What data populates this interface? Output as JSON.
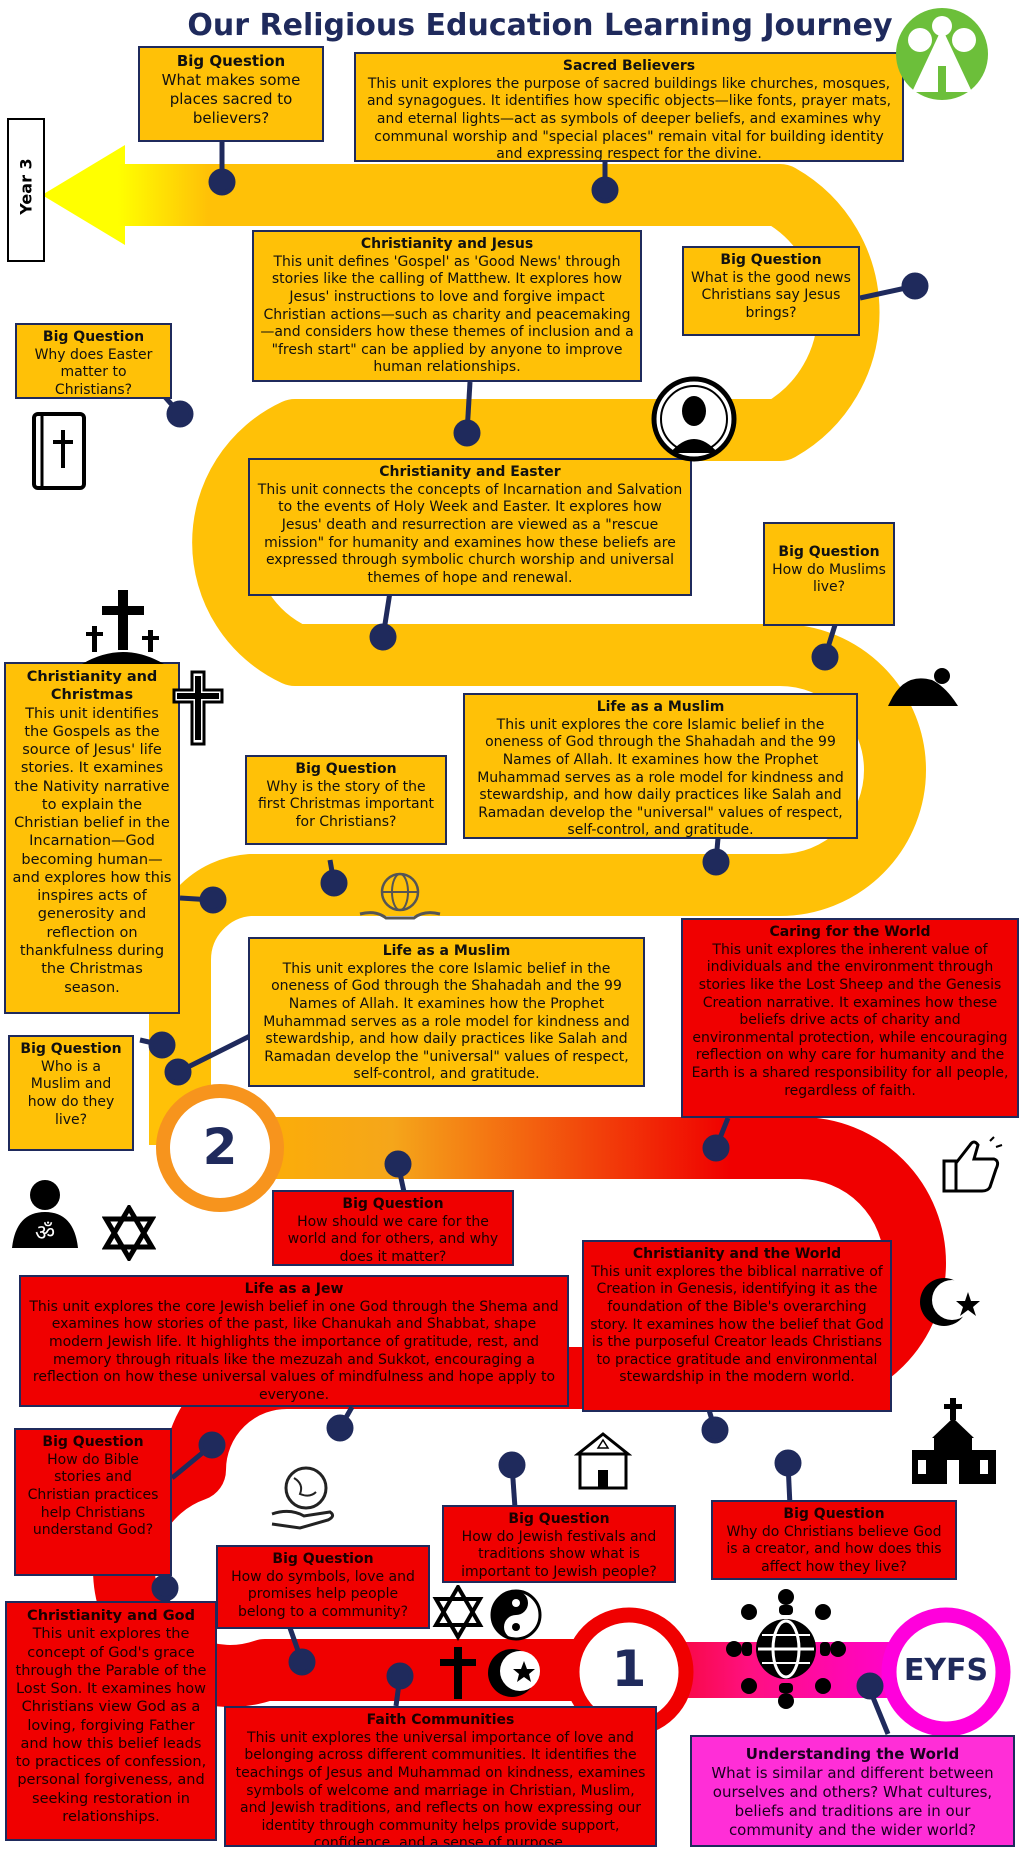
{
  "title": "Our Religious Education Learning Journey",
  "year_label": "Year 3",
  "stages": {
    "two": "2",
    "one": "1",
    "eyfs": "EYFS"
  },
  "colors": {
    "yellow": "#ffc107",
    "red": "#f00000",
    "magenta": "#ff00dc",
    "navy": "#1f2a5c",
    "orange": "#f7941d"
  },
  "boxes": {
    "bq_sacred": {
      "h": "Big Question",
      "t": "What makes some places sacred to believers?"
    },
    "sacred_believers": {
      "h": "Sacred Believers",
      "t": "This unit explores the purpose of sacred buildings like churches, mosques, and synagogues. It identifies how specific objects—like fonts, prayer mats, and eternal lights—act as symbols of deeper beliefs, and examines why communal worship and \"special places\" remain vital for building identity and expressing respect for the divine."
    },
    "christianity_jesus": {
      "h": "Christianity and Jesus",
      "t": "This unit defines 'Gospel' as 'Good News' through stories like the calling of Matthew. It explores how Jesus' instructions to love and forgive impact Christian actions—such as charity and peacemaking—and considers how these themes of inclusion and a \"fresh start\" can be applied by anyone to improve human relationships."
    },
    "bq_good_news": {
      "h": "Big Question",
      "t": "What is the good news Christians say Jesus brings?"
    },
    "bq_easter": {
      "h": "Big Question",
      "t": "Why does Easter matter to Christians?"
    },
    "christianity_easter": {
      "h": "Christianity and Easter",
      "t": "This unit connects the concepts of Incarnation and Salvation to the events of Holy Week and Easter. It explores how Jesus' death and resurrection are viewed as a \"rescue mission\" for humanity and examines how these beliefs are expressed through symbolic church worship and universal themes of hope and renewal."
    },
    "bq_muslims_live": {
      "h": "Big Question",
      "t": "How do Muslims live?"
    },
    "christianity_christmas": {
      "h": "Christianity and Christmas",
      "t": "This unit identifies the Gospels as the source of Jesus' life stories. It examines the Nativity narrative to explain the Christian belief in the Incarnation—God becoming human—and explores how this inspires acts of generosity and reflection on thankfulness during the Christmas season."
    },
    "life_muslim_1": {
      "h": "Life as a Muslim",
      "t": "This unit explores the core Islamic belief in the oneness of God through the Shahadah and the 99 Names of Allah. It examines how the Prophet Muhammad serves as a role model for kindness and stewardship, and how daily practices like Salah and Ramadan develop the \"universal\" values of respect, self-control, and gratitude."
    },
    "bq_christmas": {
      "h": "Big Question",
      "t": "Why is the story of the first Christmas important for Christians?"
    },
    "life_muslim_2": {
      "h": "Life as a Muslim",
      "t": "This unit explores the core Islamic belief in the oneness of God through the Shahadah and the 99 Names of Allah. It examines how the Prophet Muhammad serves as a role model for kindness and stewardship, and how daily practices like Salah and Ramadan develop the \"universal\" values of respect, self-control, and gratitude."
    },
    "caring_world": {
      "h": "Caring for the World",
      "t": "This unit explores the inherent value of individuals and the environment through stories like the Lost Sheep and the Genesis Creation narrative. It examines how these beliefs drive acts of charity and environmental protection, while encouraging reflection on why care for humanity and the Earth is a shared responsibility for all people, regardless of faith."
    },
    "bq_muslim_who": {
      "h": "Big Question",
      "t": "Who is a Muslim and how do they live?"
    },
    "bq_care_world": {
      "h": "Big Question",
      "t": "How should we care for the world and for others, and why does it matter?"
    },
    "christianity_world": {
      "h": "Christianity and the World",
      "t": "This unit explores the biblical narrative of Creation in Genesis, identifying it as the foundation of the Bible's overarching story. It examines how the belief that God is the purposeful Creator leads Christians to practice gratitude and environmental stewardship in the modern world."
    },
    "life_jew": {
      "h": "Life as a Jew",
      "t": "This unit explores the core Jewish belief in one God through the Shema and examines how stories of the past, like Chanukah and Shabbat, shape modern Jewish life. It highlights the importance of gratitude, rest, and memory through rituals like the mezuzah and Sukkot, encouraging a reflection on how these universal values of mindfulness and hope apply to everyone."
    },
    "bq_bible": {
      "h": "Big Question",
      "t": "How do Bible stories and Christian practices help Christians understand God?"
    },
    "bq_jewish_festivals": {
      "h": "Big Question",
      "t": "How do Jewish festivals and traditions show what is important to Jewish people?"
    },
    "bq_creator": {
      "h": "Big Question",
      "t": "Why do Christians believe God is a creator, and how does this affect how they live?"
    },
    "bq_symbols": {
      "h": "Big Question",
      "t": "How do symbols, love and promises help people belong to a community?"
    },
    "christianity_god": {
      "h": "Christianity and God",
      "t": "This unit explores the concept of God's grace through the Parable of the Lost Son. It examines how Christians view God as a loving, forgiving Father and how this belief leads to practices of confession, personal forgiveness, and seeking restoration in relationships."
    },
    "faith_communities": {
      "h": "Faith Communities",
      "t": "This unit explores the universal importance of love and belonging across different communities. It identifies the teachings of Jesus and Muhammad on kindness, examines symbols of welcome and marriage in Christian, Muslim, and Jewish traditions, and reflects on how expressing our identity through community helps provide support, confidence, and a sense of purpose."
    },
    "understanding_world": {
      "h": "Understanding the World",
      "t": "What is similar and different between ourselves and others? What cultures, beliefs and traditions are in our community and the wider world?"
    }
  },
  "icons": [
    "tree-logo",
    "bible-icon",
    "jesus-portrait-icon",
    "calvary-crosses-icon",
    "cross-icon",
    "prayer-figure-icon",
    "globe-hands-icon",
    "om-person-icon",
    "star-of-david-icon",
    "thumbs-up-icon",
    "star-crescent-icon",
    "church-icon",
    "synagogue-icon",
    "hand-globe-icon",
    "religious-symbols-icon",
    "community-globe-icon"
  ]
}
